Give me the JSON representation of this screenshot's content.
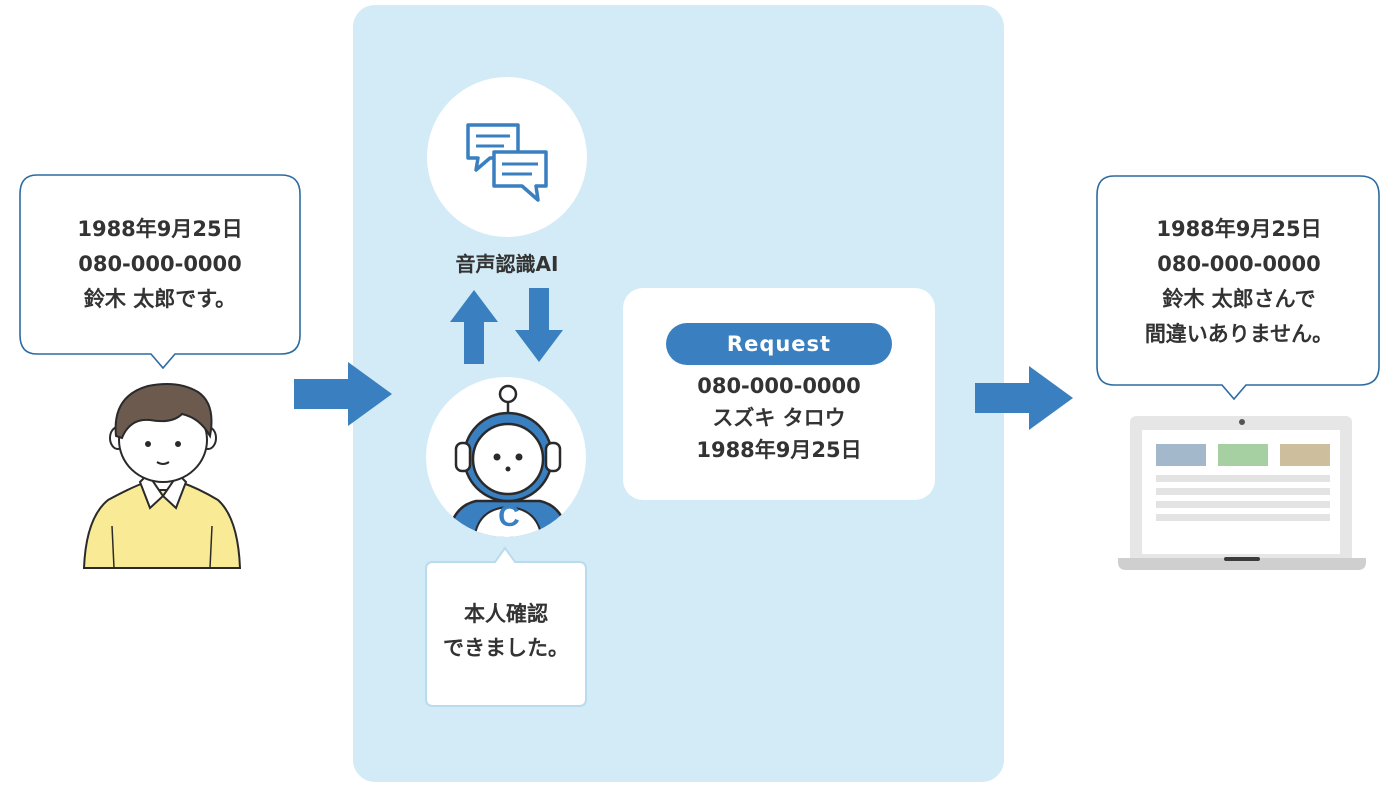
{
  "user_bubble": {
    "lines": [
      "1988年9月25日",
      "080-000-0000",
      "鈴木 太郎です。"
    ]
  },
  "ai_label": "音声認識AI",
  "robot_badge": "C",
  "robot_bubble": {
    "lines": [
      "本人確認",
      "できました。"
    ]
  },
  "request": {
    "pill": "Request",
    "lines": [
      "080-000-0000",
      "スズキ タロウ",
      "1988年9月25日"
    ]
  },
  "result_bubble": {
    "lines": [
      "1988年9月25日",
      "080-000-0000",
      "鈴木 太郎さんで",
      "間違いありません。"
    ]
  },
  "colors": {
    "panel_bg": "#d2ebf6",
    "accent_blue": "#3a7fc0",
    "bubble_border": "#2c6aa0",
    "shirt": "#f9eb95",
    "hair": "#6b5a4d"
  },
  "icons": [
    "person-icon",
    "chat-bubbles-icon",
    "robot-icon",
    "laptop-icon",
    "arrow-right-icon",
    "arrow-up-icon",
    "arrow-down-icon"
  ]
}
